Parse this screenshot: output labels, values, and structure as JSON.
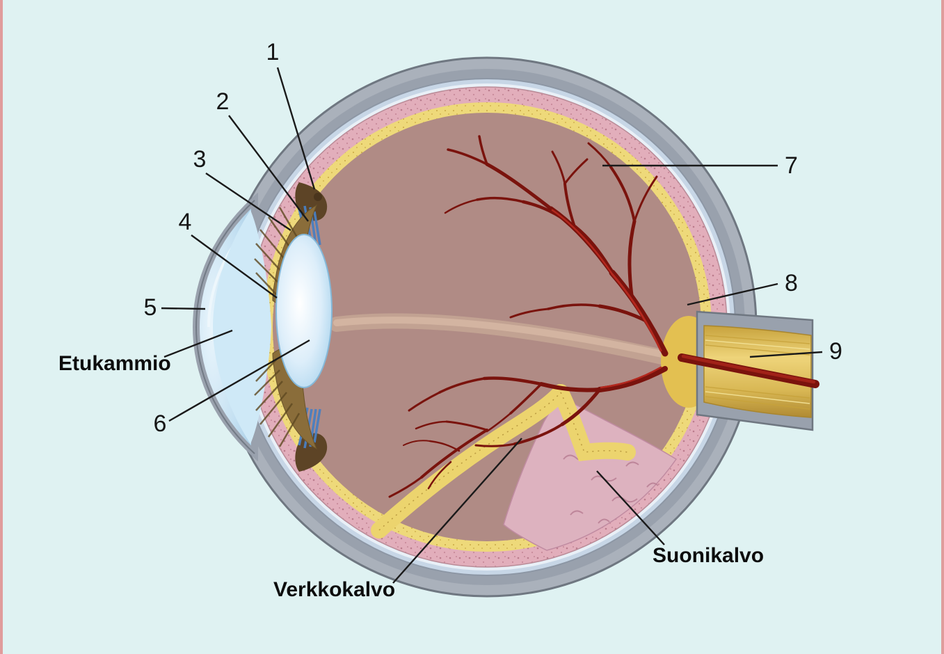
{
  "diagram": {
    "subject": "human-eye-cross-section",
    "background_color": "#dff2f2",
    "frame_color": "#e09c9c",
    "callouts": [
      {
        "label": "1"
      },
      {
        "label": "2"
      },
      {
        "label": "3"
      },
      {
        "label": "4"
      },
      {
        "label": "5"
      },
      {
        "label": "6"
      },
      {
        "label": "7"
      },
      {
        "label": "8"
      },
      {
        "label": "9"
      }
    ],
    "named_labels": {
      "anterior_chamber": "Etukammio",
      "retina": "Verkkokalvo",
      "choroid": "Suonikalvo"
    },
    "colors": {
      "sclera_gray": "#99a1ad",
      "episclera_blue": "#c7d6e6",
      "choroid_pink": "#e2aebb",
      "retina_yellow": "#eed97a",
      "vitreous_mauve": "#b08b85",
      "cornea_blue": "#c2dff1",
      "lens_blue": "#a7d2ec",
      "iris_brown": "#8a6d3a",
      "zonule_blue": "#4a7fc1",
      "vessel_red": "#7a130d",
      "optic_nerve_yellow": "#e3c051"
    }
  }
}
